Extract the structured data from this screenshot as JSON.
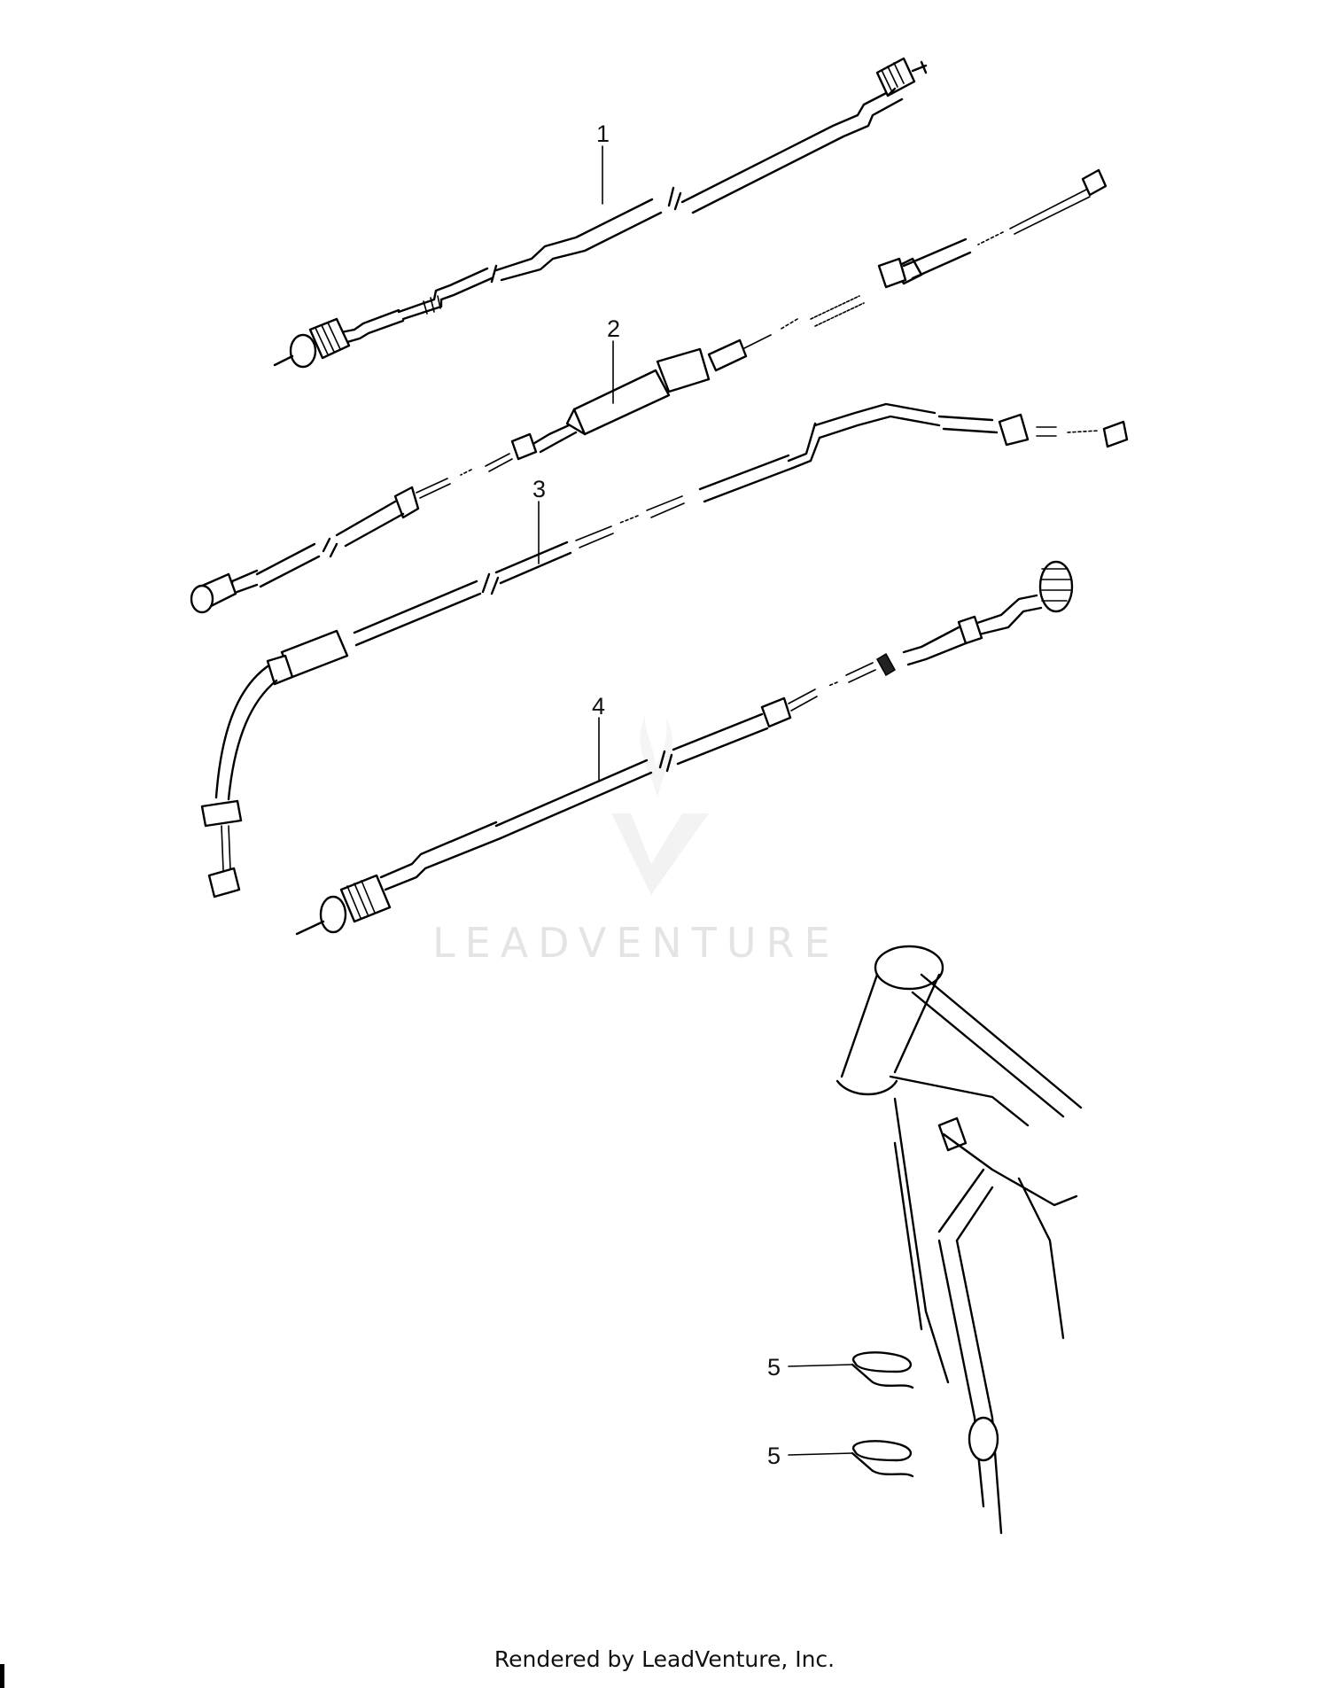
{
  "diagram": {
    "callouts": [
      {
        "id": "1",
        "label": "1"
      },
      {
        "id": "2",
        "label": "2"
      },
      {
        "id": "3",
        "label": "3"
      },
      {
        "id": "4",
        "label": "4"
      },
      {
        "id": "5a",
        "label": "5"
      },
      {
        "id": "5b",
        "label": "5"
      }
    ],
    "watermark": "LEADVENTURE",
    "footer": "Rendered by LeadVenture, Inc."
  }
}
